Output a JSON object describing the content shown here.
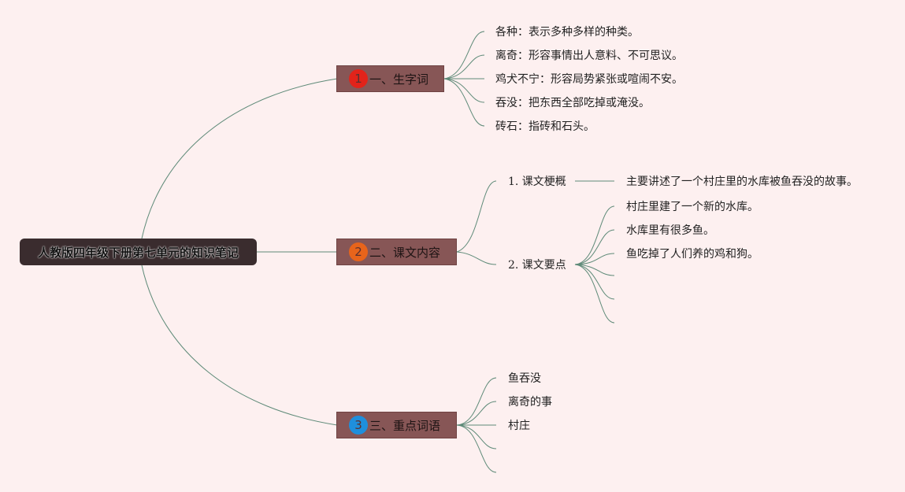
{
  "root": {
    "title": "人教版四年级下册第七单元的知识笔记"
  },
  "branches": [
    {
      "number": "1",
      "title": "一、生字词",
      "number_color": "#e2231a",
      "items": [
        "各种：表示多种多样的种类。",
        "离奇：形容事情出人意料、不可思议。",
        "鸡犬不宁：形容局势紧张或喧闹不安。",
        "吞没：把东西全部吃掉或淹没。",
        "砖石：指砖和石头。"
      ]
    },
    {
      "number": "2",
      "title": "二、课文内容",
      "number_color": "#e8641b",
      "sub": [
        {
          "title": "1. 课文梗概",
          "items": [
            "主要讲述了一个村庄里的水库被鱼吞没的故事。"
          ]
        },
        {
          "title": "2. 课文要点",
          "items": [
            "村庄里建了一个新的水库。",
            "水库里有很多鱼。",
            "鱼吃掉了人们养的鸡和狗。",
            "",
            "",
            ""
          ]
        }
      ]
    },
    {
      "number": "3",
      "title": "三、重点词语",
      "number_color": "#1f8fdc",
      "items": [
        "鱼吞没",
        "离奇的事",
        "村庄",
        "",
        ""
      ]
    }
  ],
  "colors": {
    "background": "#fdf0f0",
    "connector": "#5e8a78",
    "branch_fill": "#875656",
    "root_fill": "#3a2c2e"
  }
}
